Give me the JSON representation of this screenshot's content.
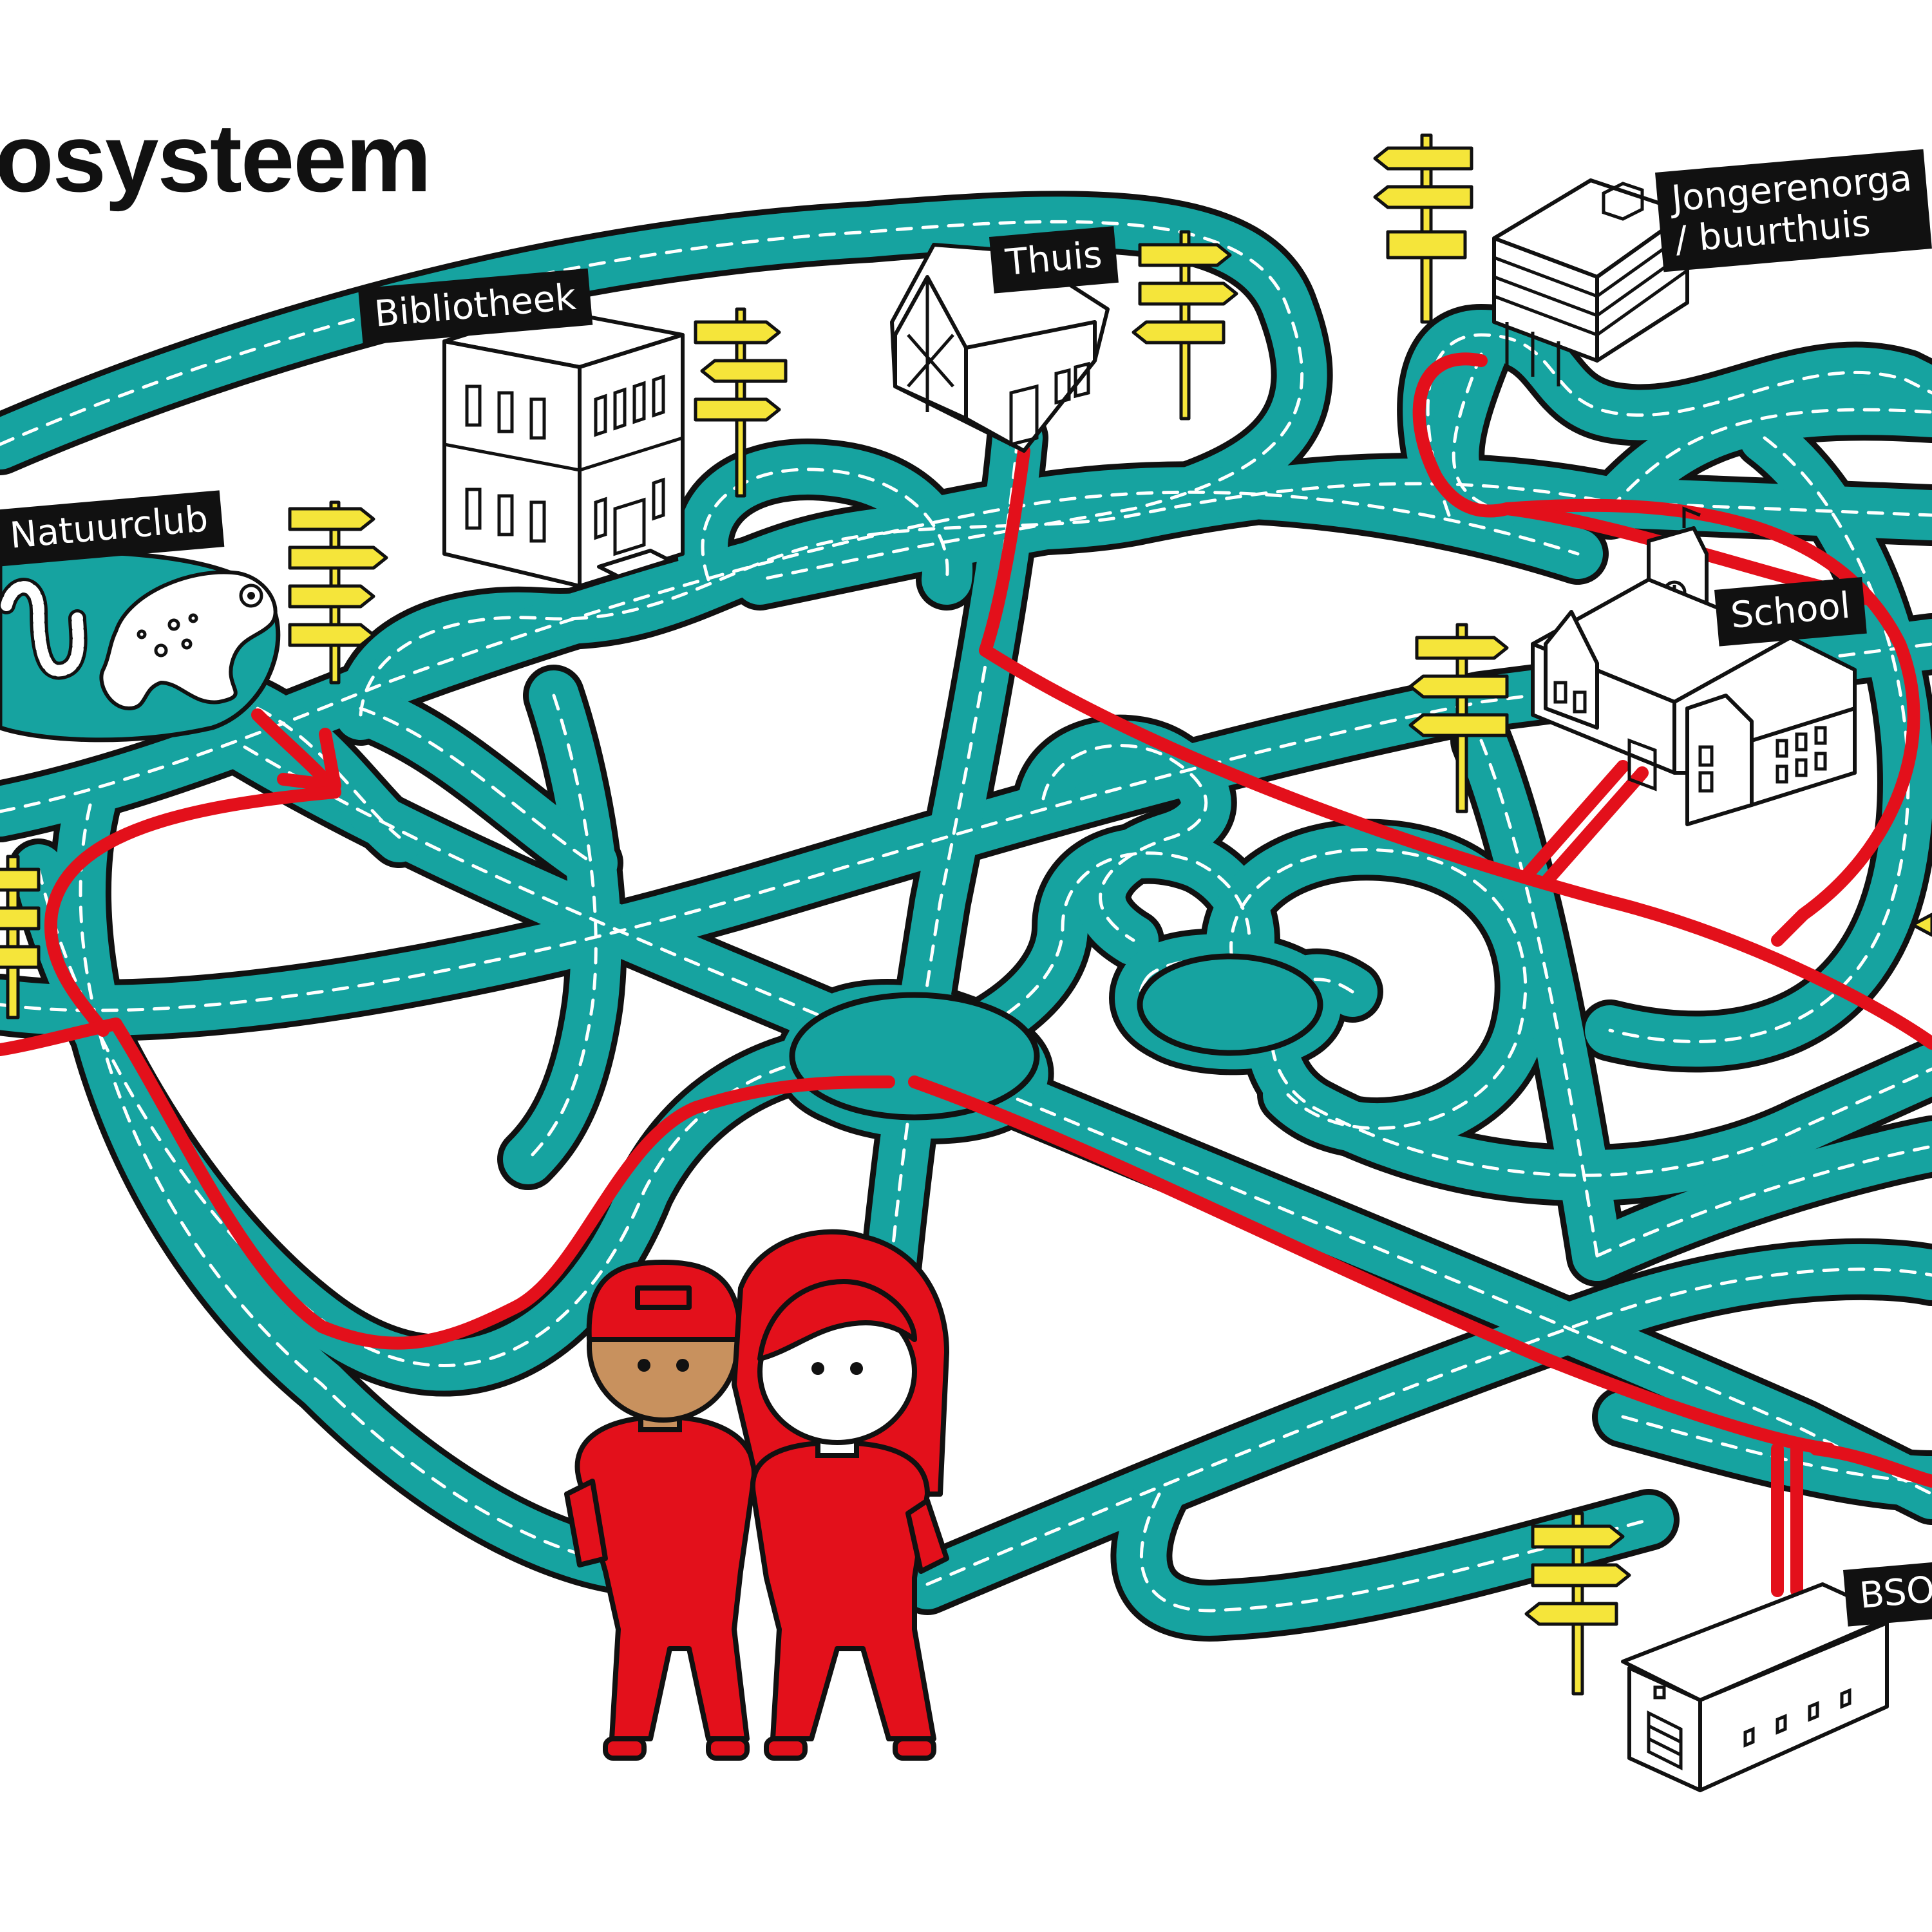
{
  "title": "osysteem",
  "locations": {
    "thuis": "Thuis",
    "bibliotheek": "Bibliotheek",
    "natuurclub": "Natuurclub",
    "jongeren_line1": "Jongerenorga",
    "jongeren_line2": "/ buurthuis",
    "school": "School",
    "bso": "BSO"
  },
  "colors": {
    "road": "#16a3a0",
    "route": "#e3101b",
    "outline": "#111111",
    "signpost": "#f5e53a",
    "background": "#ffffff"
  },
  "icons": [
    "house-icon",
    "library-icon",
    "youth-center-icon",
    "school-icon",
    "bso-building-icon",
    "frog-icon",
    "worm-icon",
    "signpost-icon",
    "boy-figure-icon",
    "girl-figure-icon"
  ]
}
